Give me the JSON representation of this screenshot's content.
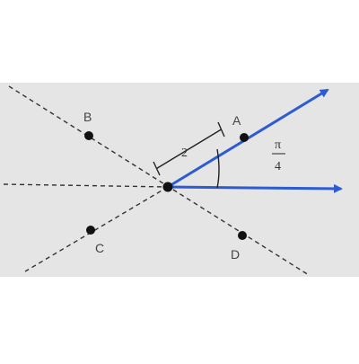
{
  "diagram": {
    "colors": {
      "panel_background": "#e5e5e5",
      "page_background": "#ffffff",
      "ray": "#2d5bd2",
      "dashed_line": "#333333",
      "point": "#111111",
      "annotation": "#222222"
    },
    "points": {
      "A": "A",
      "B": "B",
      "C": "C",
      "D": "D"
    },
    "length_label": "2",
    "angle_label": {
      "numerator": "π",
      "denominator": "4"
    }
  }
}
